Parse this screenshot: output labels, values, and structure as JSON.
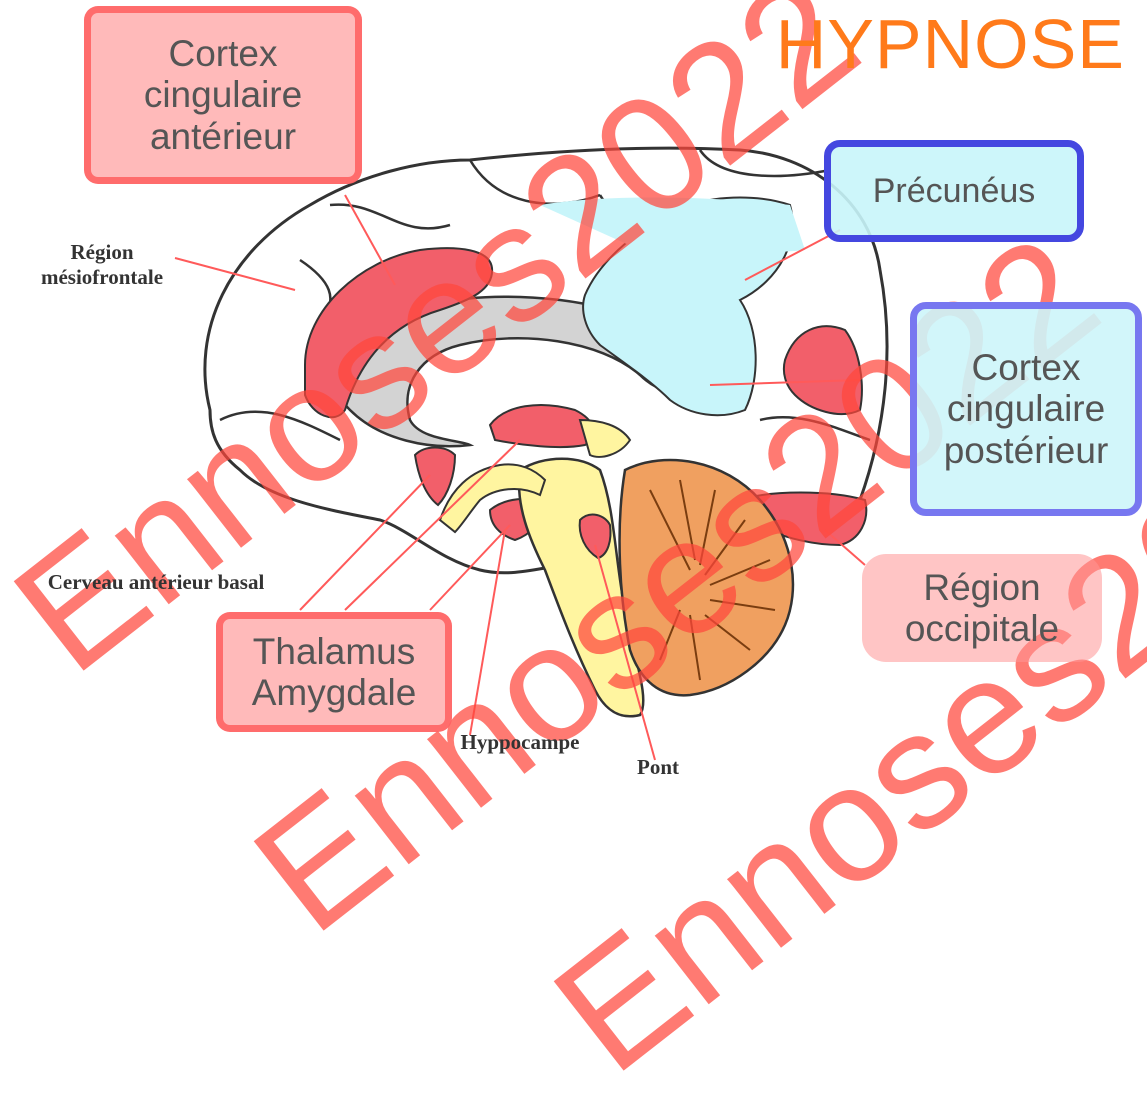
{
  "title": "HYPNOSE",
  "colors": {
    "title": "#ff7a1a",
    "highlight_red": "#f25f6a",
    "highlight_cyan": "#c8f5fa",
    "box_red": "#ff6b6b",
    "box_blue": "#4447e0",
    "thalamus": "#fff5a0",
    "cerebellum": "#f0a060"
  },
  "callouts": {
    "cingulate_anterior": "Cortex cingulaire antérieur",
    "precuneus": "Précunéus",
    "cingulate_posterior": "Cortex cingulaire postérieur",
    "occipital": "Région occipitale",
    "thalamus_amygdala": "Thalamus Amygdale"
  },
  "figure_labels": {
    "mesiofrontal": "Région mésiofrontale",
    "basal_forebrain": "Cerveau antérieur basal",
    "hippocampus": "Hyppocampe",
    "pons": "Pont"
  },
  "watermark": "Ennoses2022"
}
